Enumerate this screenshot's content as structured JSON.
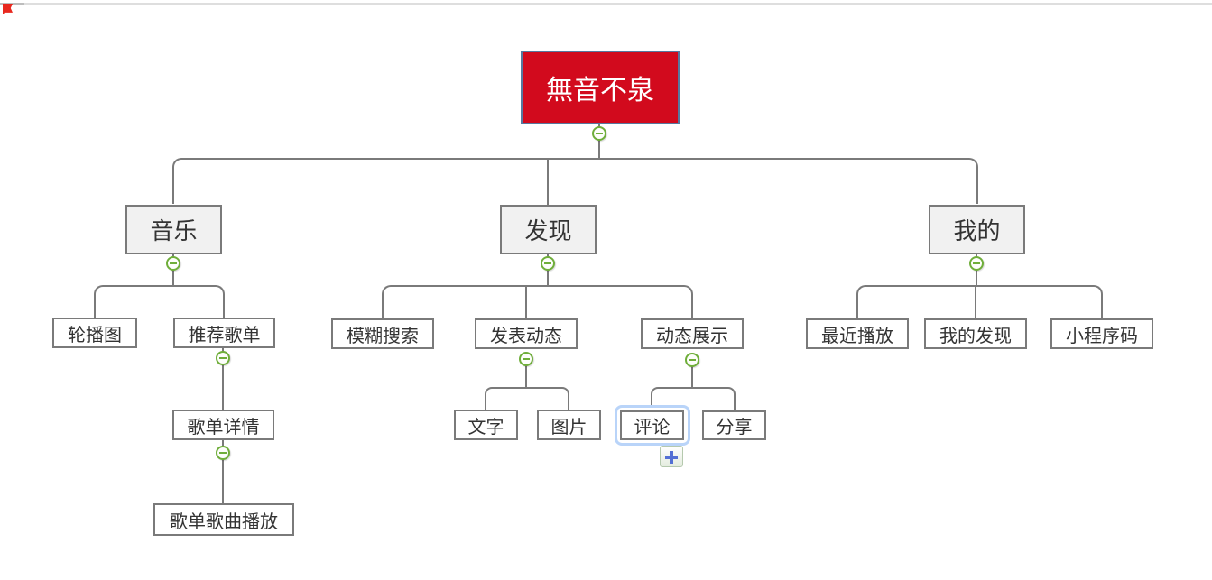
{
  "app": {
    "type": "mindmap-editor",
    "selected_node": "评论",
    "collapse_symbol": "minus",
    "add_child_symbol": "plus"
  },
  "colors": {
    "root_fill": "#d20a1d",
    "root_border": "#56789f",
    "root_text": "#ffffff",
    "branch_fill": "#f1f1f1",
    "leaf_fill": "#ffffff",
    "node_border": "#7a7a7a",
    "node_text": "#333333",
    "connector": "#7a7a7a",
    "collapse_green": "#6fae3a",
    "selection_blue": "#b9d4f9",
    "plus_blue": "#5470d4",
    "flag_red": "#e8281e"
  },
  "tree": {
    "label": "無音不泉",
    "children": [
      {
        "label": "音乐",
        "children": [
          {
            "label": "轮播图"
          },
          {
            "label": "推荐歌单",
            "children": [
              {
                "label": "歌单详情",
                "children": [
                  {
                    "label": "歌单歌曲播放"
                  }
                ]
              }
            ]
          }
        ]
      },
      {
        "label": "发现",
        "children": [
          {
            "label": "模糊搜索"
          },
          {
            "label": "发表动态",
            "children": [
              {
                "label": "文字"
              },
              {
                "label": "图片"
              }
            ]
          },
          {
            "label": "动态展示",
            "children": [
              {
                "label": "评论",
                "selected": true
              },
              {
                "label": "分享"
              }
            ]
          }
        ]
      },
      {
        "label": "我的",
        "children": [
          {
            "label": "最近播放"
          },
          {
            "label": "我的发现"
          },
          {
            "label": "小程序码"
          }
        ]
      }
    ]
  }
}
